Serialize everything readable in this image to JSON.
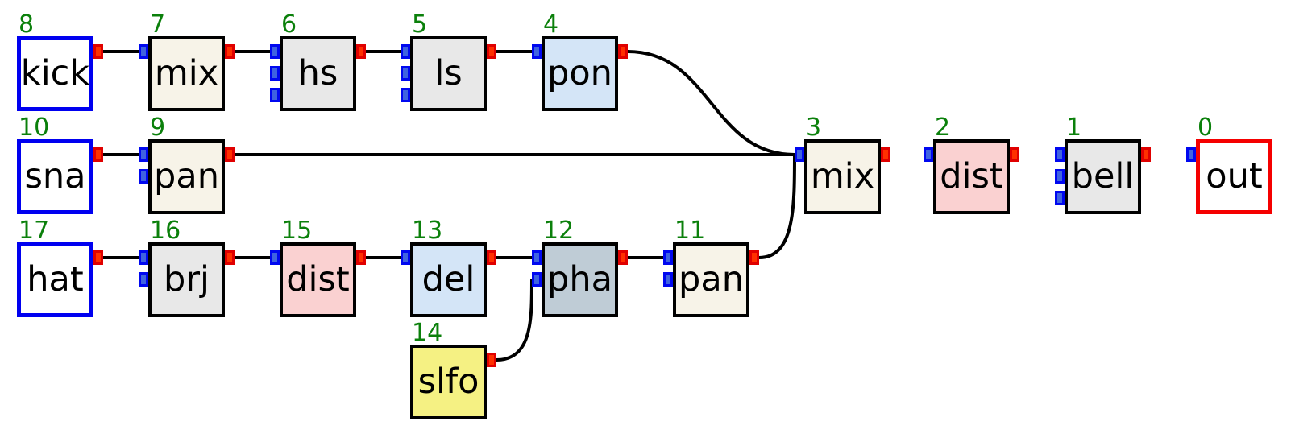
{
  "diagram": {
    "type": "signal-flow-block-diagram",
    "background": "#ffffff"
  },
  "palette": {
    "wire_color": "#000000",
    "node_border": "#000000",
    "source_border": "#0000f0",
    "sink_border": "#f50000",
    "id_label_color": "#0b800b",
    "text_color": "#000000",
    "input_port_fill": "#3f63e0",
    "input_port_border": "#0008f0",
    "output_port_fill": "#ff3000",
    "output_port_border": "#e00000",
    "fills": {
      "white": "#ffffff",
      "cream": "#f7f3e8",
      "gray": "#e8e8e8",
      "lightblue": "#d4e5f7",
      "pink": "#fad1d1",
      "slate": "#bfccd6",
      "yellow": "#f5f183"
    }
  },
  "nodes": [
    {
      "id": "8",
      "label": "kick",
      "col": 0,
      "row": 0,
      "fill": "white",
      "border": "source",
      "inputs": 0,
      "outputs": 1
    },
    {
      "id": "7",
      "label": "mix",
      "col": 1,
      "row": 0,
      "fill": "cream",
      "border": "black",
      "inputs": 1,
      "outputs": 1
    },
    {
      "id": "6",
      "label": "hs",
      "col": 2,
      "row": 0,
      "fill": "gray",
      "border": "black",
      "inputs": 3,
      "outputs": 1
    },
    {
      "id": "5",
      "label": "ls",
      "col": 3,
      "row": 0,
      "fill": "gray",
      "border": "black",
      "inputs": 3,
      "outputs": 1
    },
    {
      "id": "4",
      "label": "pon",
      "col": 4,
      "row": 0,
      "fill": "lightblue",
      "border": "black",
      "inputs": 1,
      "outputs": 1
    },
    {
      "id": "10",
      "label": "sna",
      "col": 0,
      "row": 1,
      "fill": "white",
      "border": "source",
      "inputs": 0,
      "outputs": 1
    },
    {
      "id": "9",
      "label": "pan",
      "col": 1,
      "row": 1,
      "fill": "cream",
      "border": "black",
      "inputs": 2,
      "outputs": 1
    },
    {
      "id": "3",
      "label": "mix",
      "col": 6,
      "row": 1,
      "fill": "cream",
      "border": "black",
      "inputs": 1,
      "outputs": 1
    },
    {
      "id": "2",
      "label": "dist",
      "col": 7,
      "row": 1,
      "fill": "pink",
      "border": "black",
      "inputs": 1,
      "outputs": 1
    },
    {
      "id": "1",
      "label": "bell",
      "col": 8,
      "row": 1,
      "fill": "gray",
      "border": "black",
      "inputs": 3,
      "outputs": 1
    },
    {
      "id": "0",
      "label": "out",
      "col": 9,
      "row": 1,
      "fill": "white",
      "border": "sink",
      "inputs": 1,
      "outputs": 0
    },
    {
      "id": "17",
      "label": "hat",
      "col": 0,
      "row": 2,
      "fill": "white",
      "border": "source",
      "inputs": 0,
      "outputs": 1
    },
    {
      "id": "16",
      "label": "brj",
      "col": 1,
      "row": 2,
      "fill": "gray",
      "border": "black",
      "inputs": 2,
      "outputs": 1
    },
    {
      "id": "15",
      "label": "dist",
      "col": 2,
      "row": 2,
      "fill": "pink",
      "border": "black",
      "inputs": 1,
      "outputs": 1
    },
    {
      "id": "13",
      "label": "del",
      "col": 3,
      "row": 2,
      "fill": "lightblue",
      "border": "black",
      "inputs": 1,
      "outputs": 1
    },
    {
      "id": "12",
      "label": "pha",
      "col": 4,
      "row": 2,
      "fill": "slate",
      "border": "black",
      "inputs": 2,
      "outputs": 1
    },
    {
      "id": "11",
      "label": "pan",
      "col": 5,
      "row": 2,
      "fill": "cream",
      "border": "black",
      "inputs": 2,
      "outputs": 1
    },
    {
      "id": "14",
      "label": "slfo",
      "col": 3,
      "row": 3,
      "fill": "yellow",
      "border": "black",
      "inputs": 0,
      "outputs": 1
    }
  ],
  "edges": [
    {
      "from": "8",
      "to": "7",
      "to_input": 0
    },
    {
      "from": "7",
      "to": "6",
      "to_input": 0
    },
    {
      "from": "6",
      "to": "5",
      "to_input": 0
    },
    {
      "from": "5",
      "to": "4",
      "to_input": 0
    },
    {
      "from": "4",
      "to": "3",
      "to_input": 0
    },
    {
      "from": "10",
      "to": "9",
      "to_input": 0
    },
    {
      "from": "9",
      "to": "3",
      "to_input": 0
    },
    {
      "from": "17",
      "to": "16",
      "to_input": 0
    },
    {
      "from": "16",
      "to": "15",
      "to_input": 0
    },
    {
      "from": "15",
      "to": "13",
      "to_input": 0
    },
    {
      "from": "13",
      "to": "12",
      "to_input": 0
    },
    {
      "from": "12",
      "to": "11",
      "to_input": 0
    },
    {
      "from": "11",
      "to": "3",
      "to_input": 0
    },
    {
      "from": "14",
      "to": "12",
      "to_input": 1
    }
  ]
}
